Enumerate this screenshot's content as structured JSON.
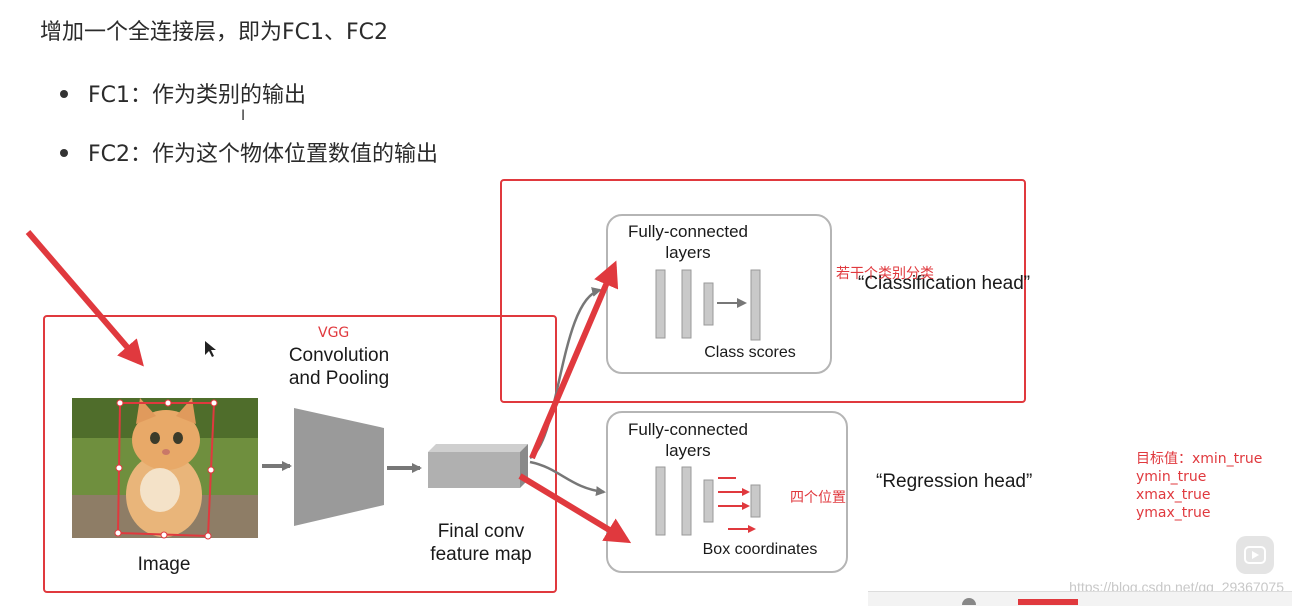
{
  "title": "增加一个全连接层，即为FC1、FC2",
  "bullets": [
    {
      "text": "FC1：作为类别的输出"
    },
    {
      "text": "FC2：作为这个物体位置数值的输出"
    }
  ],
  "annotations": {
    "vgg": "VGG",
    "class_note": "若干个类别分类",
    "position_note": "四个位置",
    "target_title": "目标值：xmin_true",
    "targets": [
      "ymin_true",
      "xmax_true",
      "ymax_true"
    ]
  },
  "diagram": {
    "image_label": "Image",
    "conv_label_line1": "Convolution",
    "conv_label_line2": "and Pooling",
    "feature_line1": "Final conv",
    "feature_line2": "feature map",
    "fc_line1": "Fully-connected",
    "fc_line2": "layers",
    "class_scores": "Class scores",
    "box_coords": "Box coordinates",
    "class_head": "“Classification head”",
    "reg_head": "“Regression head”"
  },
  "watermark": "https://blog.csdn.net/qq_29367075",
  "colors": {
    "accent_red": "#e0393e",
    "box_grey": "#b5b5b5",
    "layer_grey": "#c9c9c9"
  }
}
